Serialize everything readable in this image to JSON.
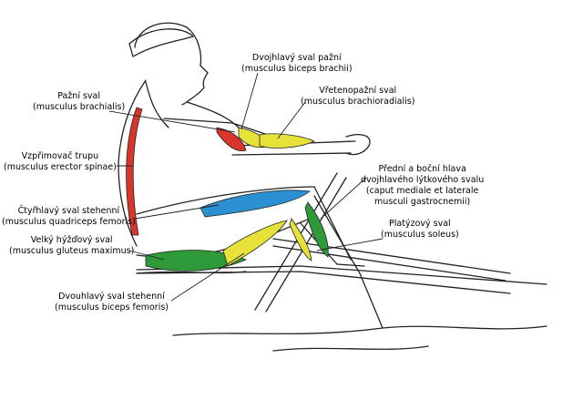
{
  "labels": {
    "biceps_brachii": {
      "cz": "Dvojhlavý sval pažní",
      "lat": "(musculus biceps brachii)"
    },
    "brachioradialis": {
      "cz": "Vřetenopažní sval",
      "lat": "(musculus brachioradialis)"
    },
    "brachialis": {
      "cz": "Pažní sval",
      "lat": "(musculus brachialis)"
    },
    "erector_spinae": {
      "cz": "Vzpřimovač trupu",
      "lat": "(musculus erector spinae)"
    },
    "gastrocnemii": {
      "l1": "Přední a boční hlava",
      "l2": "dvojhlavého lýtkového svalu",
      "l3": "(caput mediale et laterale",
      "l4": "musculi gastrocnemii)"
    },
    "quadriceps": {
      "cz": "Čtyřhlavý sval stehenní",
      "lat": "(musculus quadriceps femoris)"
    },
    "soleus": {
      "cz": "Platýzový sval",
      "lat": "(musculus soleus)"
    },
    "gluteus": {
      "cz": "Velký hýžďový sval",
      "lat": "(musculus gluteus maximus)"
    },
    "biceps_femoris": {
      "cz": "Dvouhlavý sval stehenní",
      "lat": "(musculus biceps femoris)"
    }
  },
  "colors": {
    "red": "#d8362a",
    "yellow": "#e6e23a",
    "green": "#2f9a3a",
    "blue": "#2c8fd0",
    "outline": "#222222"
  }
}
